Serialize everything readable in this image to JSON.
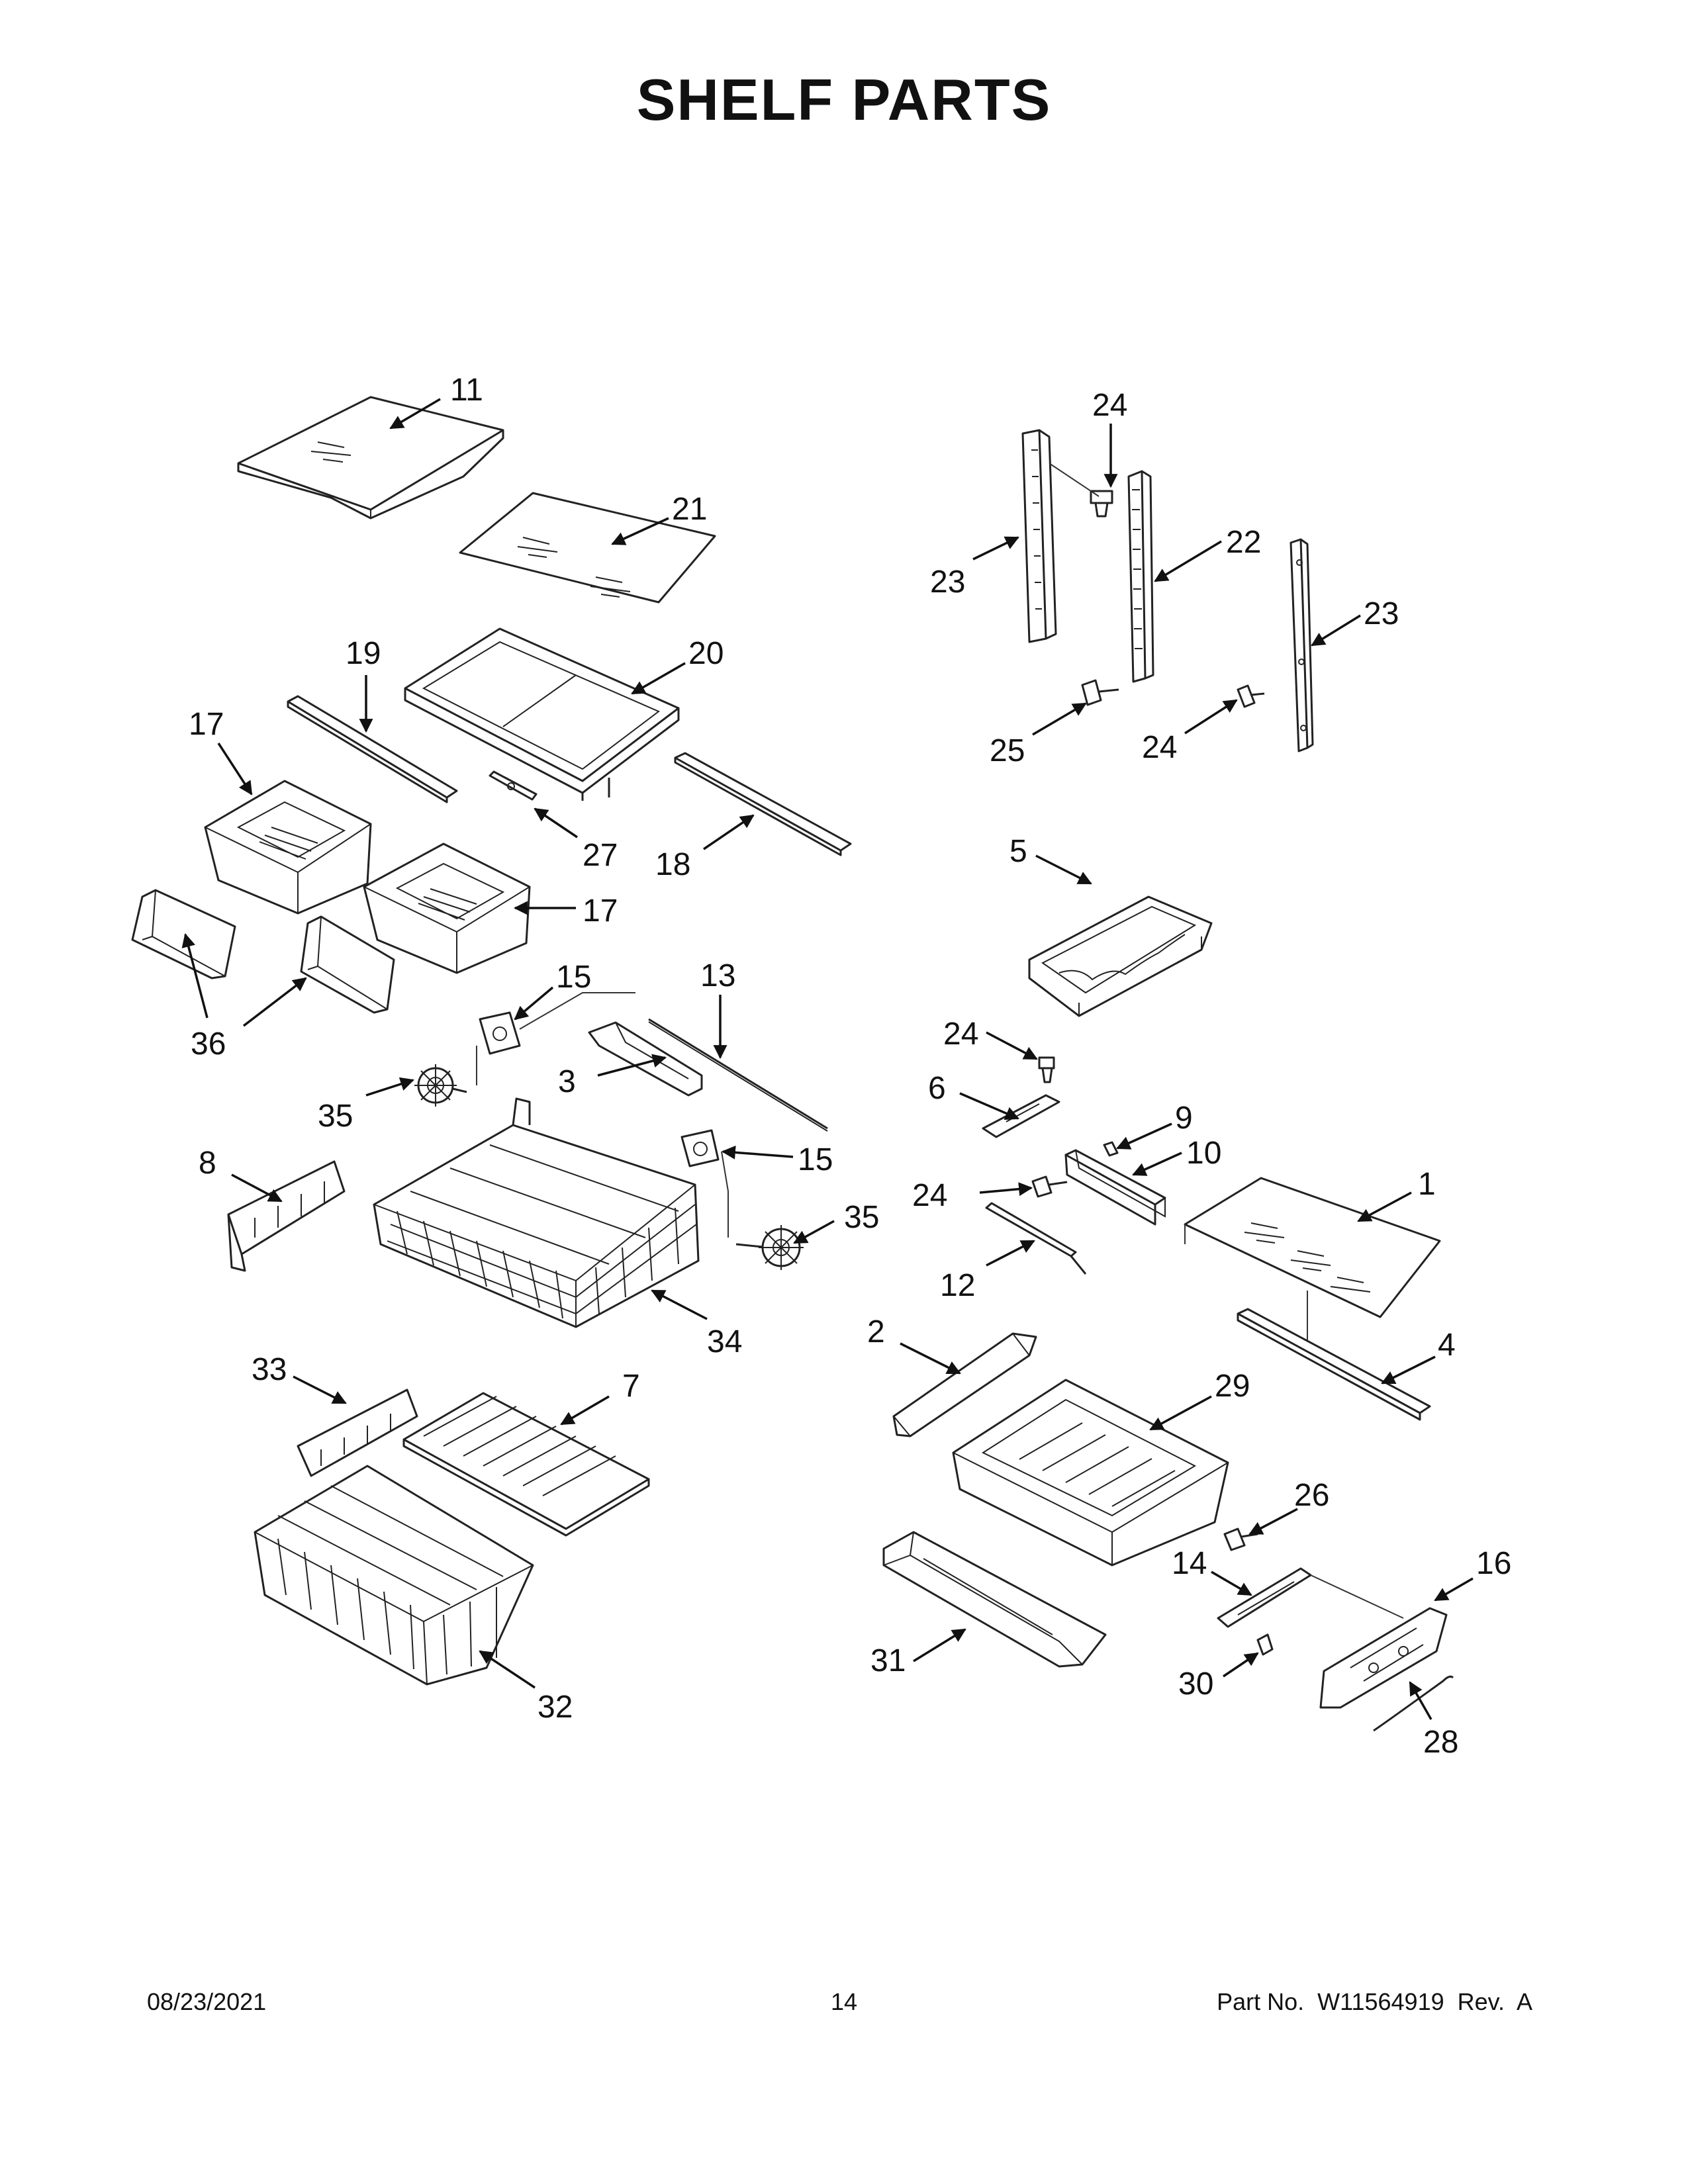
{
  "title": "SHELF PARTS",
  "footer": {
    "date": "08/23/2021",
    "page": "14",
    "part": "Part No.  W11564919  Rev.  A"
  },
  "callouts": {
    "c1": "1",
    "c2": "2",
    "c3": "3",
    "c4": "4",
    "c5": "5",
    "c6": "6",
    "c7": "7",
    "c8": "8",
    "c9": "9",
    "c10": "10",
    "c11": "11",
    "c12": "12",
    "c13": "13",
    "c14": "14",
    "c15a": "15",
    "c15b": "15",
    "c16": "16",
    "c17a": "17",
    "c17b": "17",
    "c18": "18",
    "c19": "19",
    "c20": "20",
    "c21": "21",
    "c22": "22",
    "c23a": "23",
    "c23b": "23",
    "c24a": "24",
    "c24b": "24",
    "c24c": "24",
    "c24d": "24",
    "c25": "25",
    "c26": "26",
    "c27": "27",
    "c28": "28",
    "c29": "29",
    "c30": "30",
    "c31": "31",
    "c32": "32",
    "c33": "33",
    "c34": "34",
    "c35a": "35",
    "c35b": "35",
    "c36": "36"
  }
}
